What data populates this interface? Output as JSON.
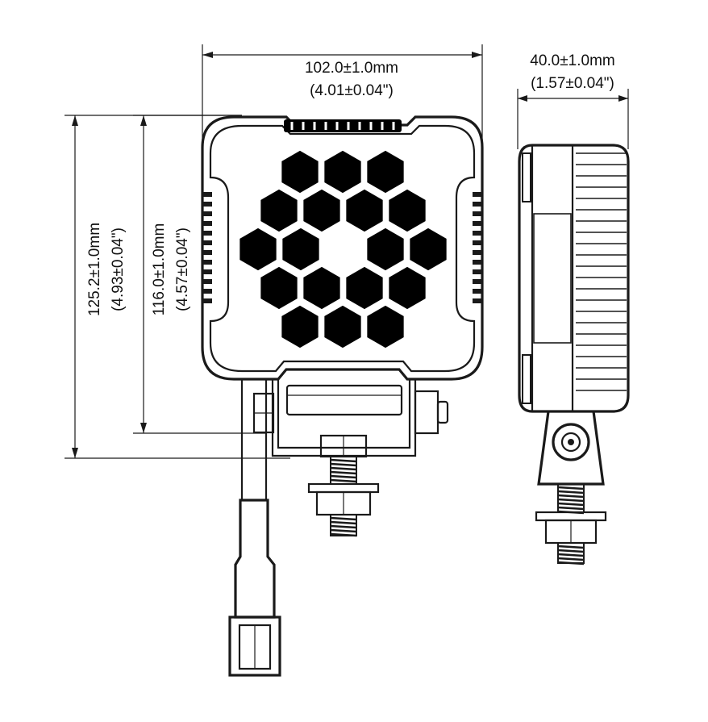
{
  "dimensions": {
    "width": {
      "mm": "102.0±1.0mm",
      "inch": "(4.01±0.04\")"
    },
    "depth": {
      "mm": "40.0±1.0mm",
      "inch": "(1.57±0.04\")"
    },
    "total_height": {
      "mm": "125.2±1.0mm",
      "inch": "(4.93±0.04\")"
    },
    "body_height": {
      "mm": "116.0±1.0mm",
      "inch": "(4.57±0.04\")"
    }
  },
  "colors": {
    "line": "#1a1a1a",
    "led": "#000000",
    "background": "#ffffff"
  }
}
